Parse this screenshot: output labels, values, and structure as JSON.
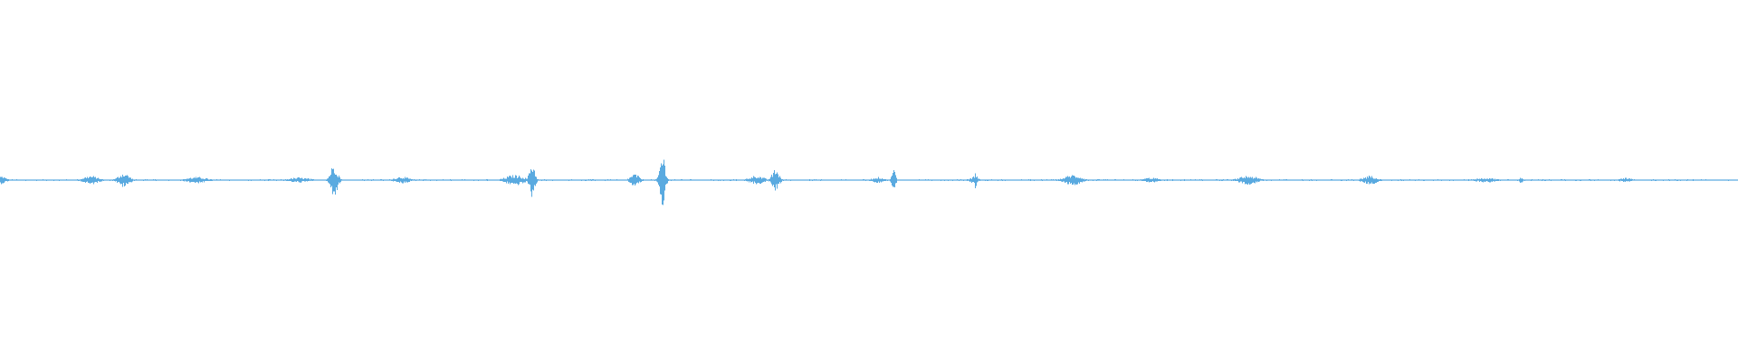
{
  "waveform": {
    "color": "#5aaae0",
    "background": "#ffffff",
    "baseline_amplitude": 0.008,
    "bursts": [
      {
        "center": 0.0,
        "width": 0.012,
        "amplitude": 0.045
      },
      {
        "center": 0.052,
        "width": 0.016,
        "amplitude": 0.05
      },
      {
        "center": 0.071,
        "width": 0.012,
        "amplitude": 0.08
      },
      {
        "center": 0.113,
        "width": 0.022,
        "amplitude": 0.035
      },
      {
        "center": 0.172,
        "width": 0.022,
        "amplitude": 0.03
      },
      {
        "center": 0.192,
        "width": 0.008,
        "amplitude": 0.18
      },
      {
        "center": 0.231,
        "width": 0.016,
        "amplitude": 0.04
      },
      {
        "center": 0.296,
        "width": 0.02,
        "amplitude": 0.06
      },
      {
        "center": 0.306,
        "width": 0.006,
        "amplitude": 0.2
      },
      {
        "center": 0.365,
        "width": 0.01,
        "amplitude": 0.07
      },
      {
        "center": 0.381,
        "width": 0.006,
        "amplitude": 0.3
      },
      {
        "center": 0.435,
        "width": 0.016,
        "amplitude": 0.05
      },
      {
        "center": 0.446,
        "width": 0.008,
        "amplitude": 0.12
      },
      {
        "center": 0.505,
        "width": 0.012,
        "amplitude": 0.035
      },
      {
        "center": 0.514,
        "width": 0.004,
        "amplitude": 0.13
      },
      {
        "center": 0.56,
        "width": 0.01,
        "amplitude": 0.035
      },
      {
        "center": 0.561,
        "width": 0.004,
        "amplitude": 0.09
      },
      {
        "center": 0.617,
        "width": 0.018,
        "amplitude": 0.06
      },
      {
        "center": 0.662,
        "width": 0.016,
        "amplitude": 0.03
      },
      {
        "center": 0.718,
        "width": 0.02,
        "amplitude": 0.05
      },
      {
        "center": 0.788,
        "width": 0.016,
        "amplitude": 0.05
      },
      {
        "center": 0.855,
        "width": 0.024,
        "amplitude": 0.025
      },
      {
        "center": 0.875,
        "width": 0.006,
        "amplitude": 0.03
      },
      {
        "center": 0.935,
        "width": 0.014,
        "amplitude": 0.025
      }
    ]
  }
}
